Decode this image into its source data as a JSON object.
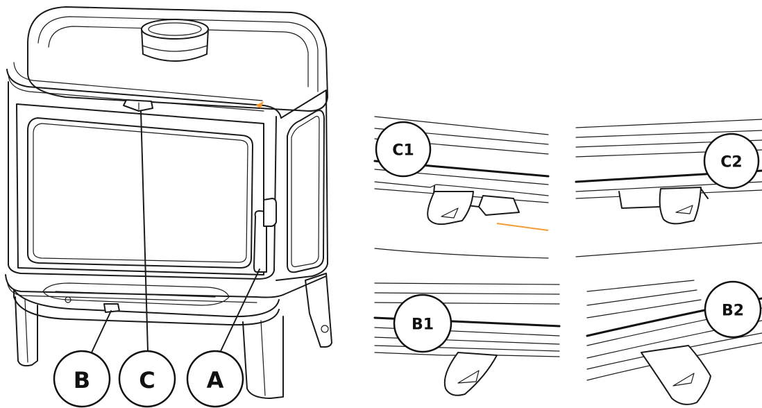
{
  "callouts": {
    "main": [
      "B",
      "C",
      "A"
    ],
    "detail": [
      "C1",
      "C2",
      "B1",
      "B2"
    ]
  },
  "colors": {
    "line": "#1a1a1a",
    "accent": "#f39c35",
    "background": "#ffffff"
  }
}
